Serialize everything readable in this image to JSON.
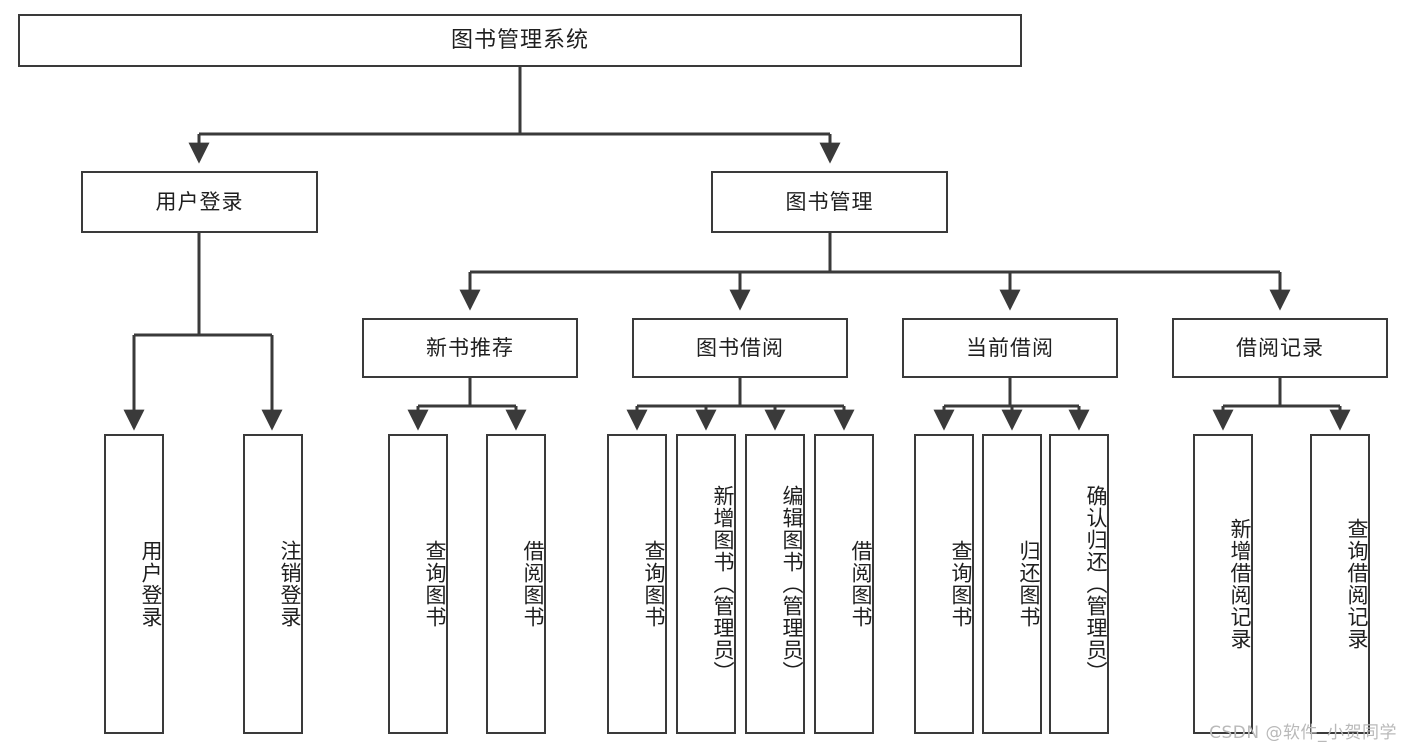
{
  "diagram": {
    "title": "图书管理系统",
    "type": "functional-structure-tree",
    "root": {
      "label": "图书管理系统"
    },
    "level1": [
      {
        "id": "user-login",
        "label": "用户登录"
      },
      {
        "id": "book-management",
        "label": "图书管理"
      }
    ],
    "level2": [
      {
        "id": "new-book-recommend",
        "label": "新书推荐",
        "parent": "book-management"
      },
      {
        "id": "book-borrow",
        "label": "图书借阅",
        "parent": "book-management"
      },
      {
        "id": "current-borrow",
        "label": "当前借阅",
        "parent": "book-management"
      },
      {
        "id": "borrow-record",
        "label": "借阅记录",
        "parent": "book-management"
      }
    ],
    "leaves": {
      "user-login": [
        {
          "id": "leaf-user-login",
          "label": "用户登录"
        },
        {
          "id": "leaf-logout-login",
          "label": "注销登录"
        }
      ],
      "new-book-recommend": [
        {
          "id": "leaf-query-book-1",
          "label": "查询图书"
        },
        {
          "id": "leaf-borrow-book-1",
          "label": "借阅图书"
        }
      ],
      "book-borrow": [
        {
          "id": "leaf-query-book-2",
          "label": "查询图书"
        },
        {
          "id": "leaf-add-book",
          "label": "新增图书（管理员）"
        },
        {
          "id": "leaf-edit-book",
          "label": "编辑图书（管理员）"
        },
        {
          "id": "leaf-borrow-book-2",
          "label": "借阅图书"
        }
      ],
      "current-borrow": [
        {
          "id": "leaf-query-book-3",
          "label": "查询图书"
        },
        {
          "id": "leaf-return-book",
          "label": "归还图书"
        },
        {
          "id": "leaf-confirm-return",
          "label": "确认归还（管理员）"
        }
      ],
      "borrow-record": [
        {
          "id": "leaf-add-record",
          "label": "新增借阅记录"
        },
        {
          "id": "leaf-query-record",
          "label": "查询借阅记录"
        }
      ]
    }
  },
  "watermark": {
    "text": "CSDN @软件_小贺同学"
  },
  "colors": {
    "stroke": "#3a3a3a",
    "fill": "#ffffff",
    "text": "#1f1f1f",
    "watermark": "#b9b9b9"
  }
}
